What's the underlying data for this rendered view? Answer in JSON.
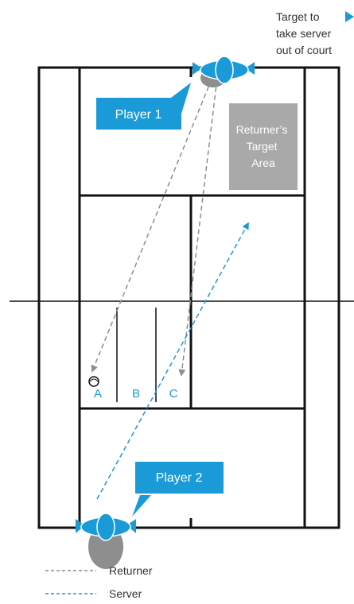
{
  "colors": {
    "accent": "#1a9ad6",
    "grey": "#8e8e8e",
    "target": "#a9a9a9",
    "line": "#111111"
  },
  "top_note": {
    "lines": [
      "Target to",
      "take server",
      "out of court"
    ]
  },
  "callouts": {
    "player1": "Player 1",
    "player2": "Player 2"
  },
  "target_area": {
    "lines": [
      "Returner’s",
      "Target",
      "Area"
    ]
  },
  "zones": [
    "A",
    "B",
    "C"
  ],
  "legend": {
    "returner": "Returner",
    "server": "Server"
  }
}
